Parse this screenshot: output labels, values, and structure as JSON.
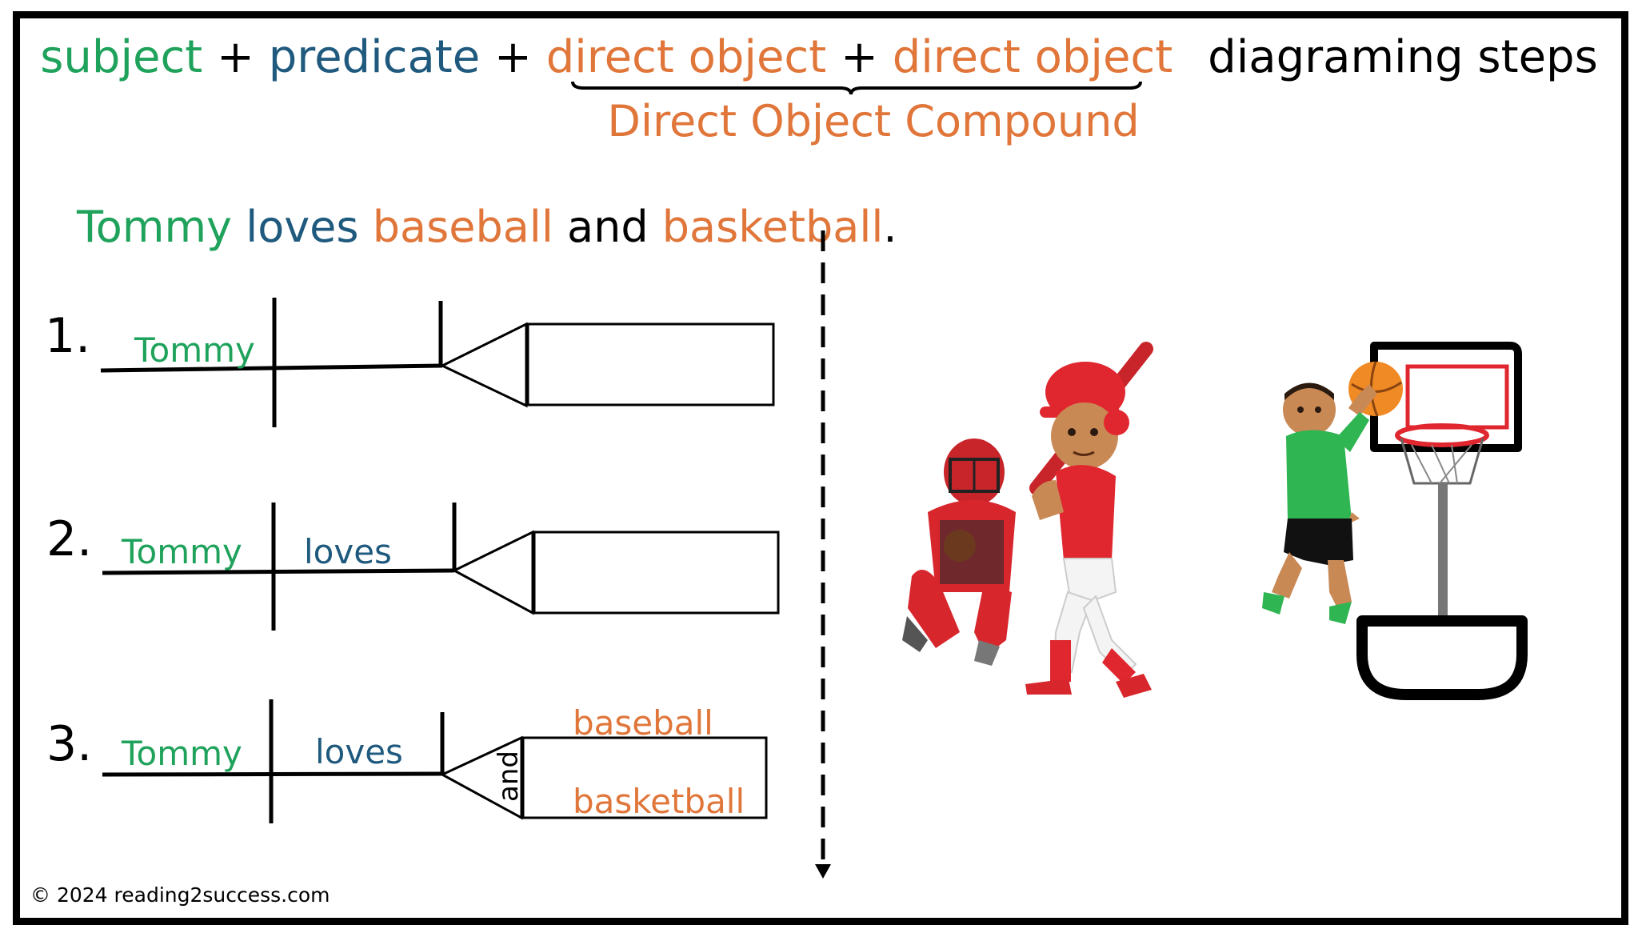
{
  "colors": {
    "subject": "#1fa25b",
    "predicate": "#1f5a7e",
    "object": "#e0763a",
    "line": "#000000"
  },
  "header": {
    "subject": "subject",
    "plus1": " + ",
    "predicate": "predicate",
    "plus2": " + ",
    "direct_object_1": "direct object",
    "plus3": " + ",
    "direct_object_2": "direct object",
    "steps": "diagraming steps",
    "compound_label": "Direct Object Compound"
  },
  "sentence": {
    "subject": "Tommy",
    "predicate": "loves",
    "object_1": "baseball",
    "conjunction": "and",
    "object_2": "basketball",
    "period": "."
  },
  "steps": [
    {
      "number": "1.",
      "subject": "Tommy",
      "predicate": "",
      "object_1": "",
      "object_2": "",
      "conjunction": ""
    },
    {
      "number": "2.",
      "subject": "Tommy",
      "predicate": "loves",
      "object_1": "",
      "object_2": "",
      "conjunction": ""
    },
    {
      "number": "3.",
      "subject": "Tommy",
      "predicate": "loves",
      "object_1": "baseball",
      "object_2": "basketball",
      "conjunction": "and"
    }
  ],
  "icons": {
    "baseball_players": "baseball-players-icon",
    "basketball_player": "basketball-player-icon",
    "flow_arrow": "down-arrow-icon"
  },
  "footer": {
    "copyright": "© 2024 reading2success.com"
  }
}
